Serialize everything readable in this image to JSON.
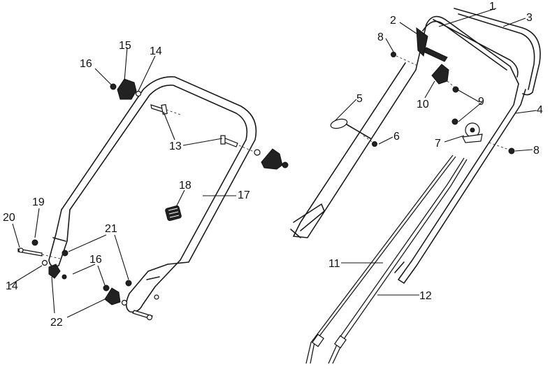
{
  "callouts": {
    "c1": "1",
    "c2": "2",
    "c3": "3",
    "c4": "4",
    "c5": "5",
    "c6": "6",
    "c7": "7",
    "c8a": "8",
    "c8b": "8",
    "c9": "9",
    "c10": "10",
    "c11": "11",
    "c12": "12",
    "c13": "13",
    "c14a": "14",
    "c14b": "14",
    "c15": "15",
    "c16a": "16",
    "c16b": "16",
    "c17": "17",
    "c18": "18",
    "c19": "19",
    "c20": "20",
    "c21": "21",
    "c22": "22"
  }
}
